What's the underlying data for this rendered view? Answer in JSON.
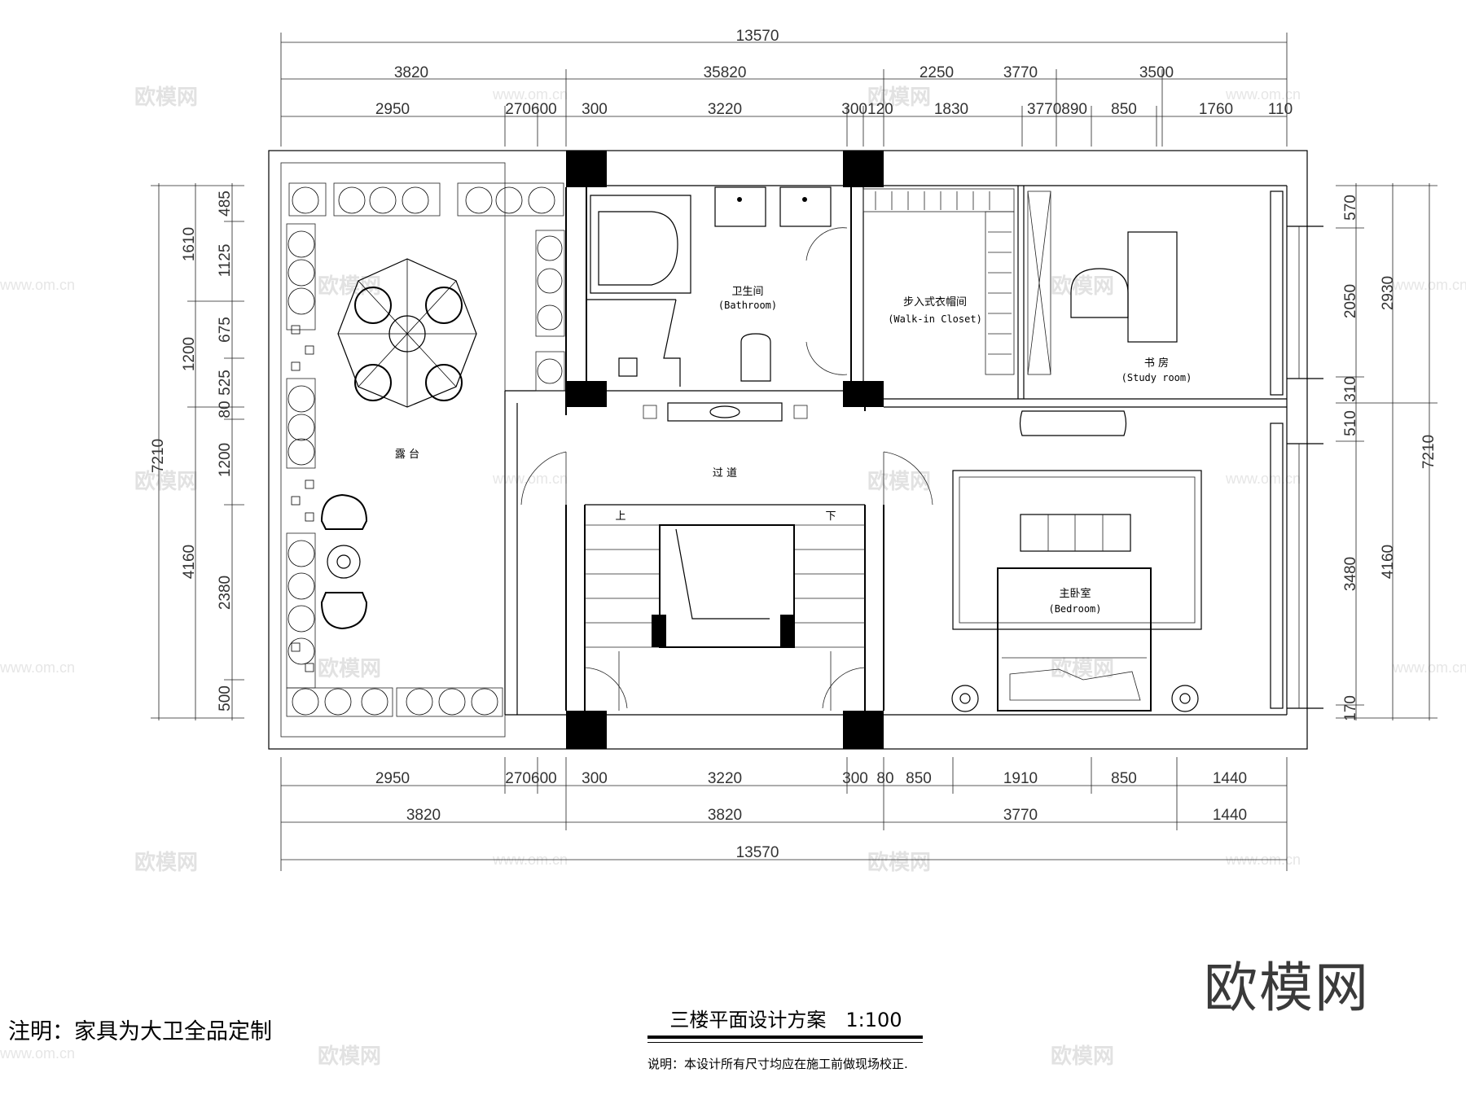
{
  "plan": {
    "dims_top_row1": [
      "13570"
    ],
    "dims_top_row2": [
      "3820",
      "35820",
      "2250",
      "3770",
      "3500"
    ],
    "dims_top_row3": [
      "2950",
      "270600",
      "300",
      "3220",
      "300120",
      "1830",
      "3770890",
      "850",
      "1760",
      "110"
    ],
    "dims_bottom_row1": [
      "2950",
      "270600",
      "300",
      "3220",
      "300",
      "80",
      "850",
      "1910",
      "850",
      "1440"
    ],
    "dims_bottom_row2": [
      "3820",
      "3820",
      "3770",
      "1440"
    ],
    "dims_bottom_row3": [
      "13570"
    ],
    "dims_left_outer": [
      "7210"
    ],
    "dims_left_mid": [
      "1610",
      "1200",
      "4160"
    ],
    "dims_left_inner": [
      "485",
      "1125",
      "675",
      "525",
      "80",
      "1200",
      "2380",
      "500"
    ],
    "dims_right_outer": [
      "2930",
      "7210"
    ],
    "dims_right_mid": [
      "4160"
    ],
    "dims_right_inner": [
      "570",
      "2050",
      "310",
      "510",
      "3480",
      "170"
    ],
    "rooms": {
      "terrace": "露 台",
      "bathroom_cn": "卫生间",
      "bathroom_en": "(Bathroom)",
      "closet_cn": "步入式衣帽间",
      "closet_en": "(Walk-in Closet)",
      "study_cn": "书 房",
      "study_en": "(Study room)",
      "corridor": "过  道",
      "up": "上",
      "down": "下",
      "bedroom_cn": "主卧室",
      "bedroom_en": "(Bedroom)"
    },
    "watermark_cn": "欧模网",
    "watermark_url": "www.om.cn"
  },
  "footer": {
    "note": "注明：家具为大卫全品定制",
    "title": "三楼平面设计方案　1:100",
    "explain": "说明：本设计所有尺寸均应在施工前做现场校正.",
    "brand": "欧模网"
  }
}
